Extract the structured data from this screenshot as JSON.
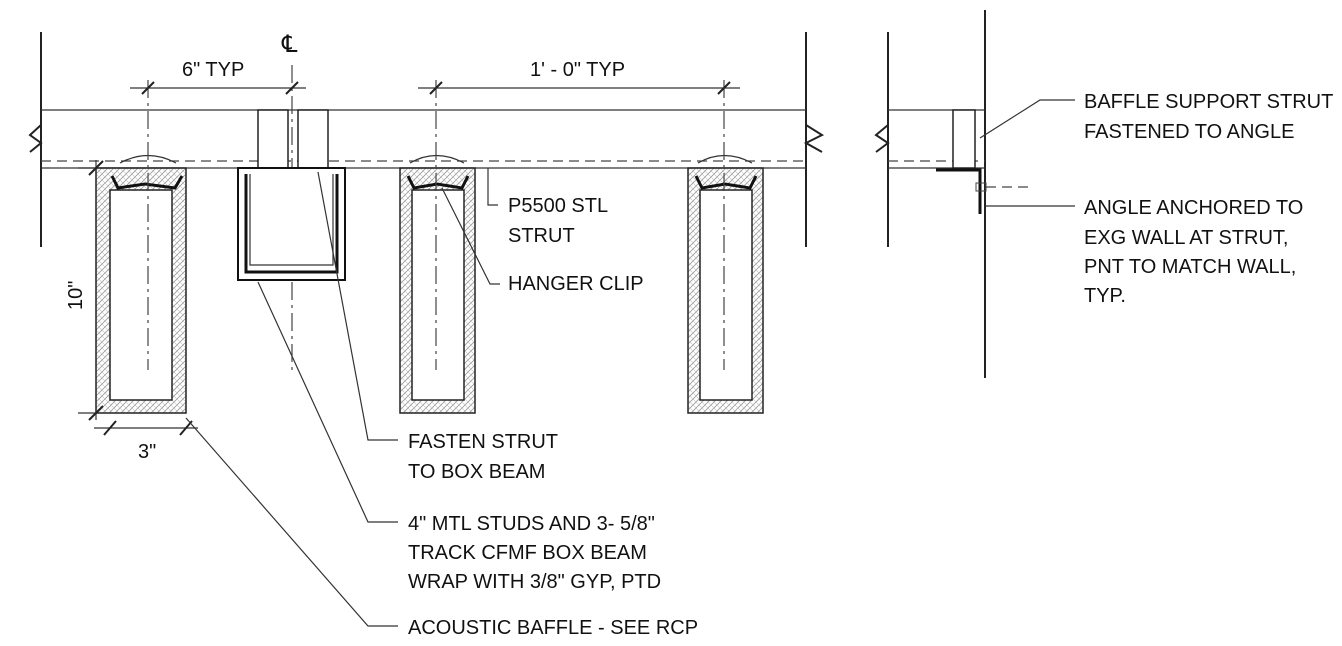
{
  "centerline_symbol": "℄",
  "dimensions": {
    "baffle_spacing": "6\" TYP",
    "beam_spacing": "1' - 0\" TYP",
    "baffle_height": "10\"",
    "baffle_width": "3\""
  },
  "section_labels": {
    "strut": [
      "P5500 STL",
      "STRUT"
    ],
    "hanger_clip": [
      "HANGER CLIP"
    ],
    "fasten_strut": [
      "FASTEN STRUT",
      "TO BOX BEAM"
    ],
    "box_beam": [
      "4\" MTL STUDS AND 3- 5/8\"",
      "TRACK CFMF BOX BEAM",
      "WRAP WITH 3/8\" GYP, PTD"
    ],
    "acoustic_baffle": [
      "ACOUSTIC BAFFLE - SEE RCP"
    ]
  },
  "wall_detail_labels": {
    "baffle_support": [
      "BAFFLE SUPPORT STRUT",
      "FASTENED TO ANGLE"
    ],
    "angle": [
      "ANGLE ANCHORED TO",
      "EXG WALL AT STRUT,",
      "PNT TO MATCH WALL,",
      "TYP."
    ]
  }
}
